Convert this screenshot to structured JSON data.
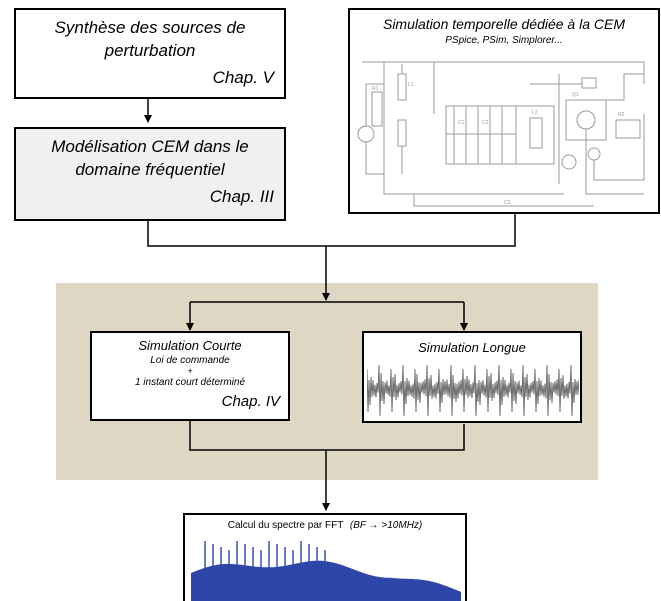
{
  "colors": {
    "panel_bg": "#ddd7c3",
    "gray_box": "#f0f0f0",
    "spectrum_blue": "#2d46a8",
    "waveform_gray": "#6e6e6e",
    "circuit_line": "#9a9a9a"
  },
  "box_synthese": {
    "line1": "Synthèse des sources de",
    "line2": "perturbation",
    "chapter": "Chap. V"
  },
  "box_modelisation": {
    "line1": "Modélisation CEM dans le",
    "line2": "domaine fréquentiel",
    "chapter": "Chap. III"
  },
  "box_temporelle": {
    "title": "Simulation temporelle dédiée à la CEM",
    "subtitle": "PSpice, PSim, Simplorer..."
  },
  "box_courte": {
    "title": "Simulation Courte",
    "line1": "Loi de commande",
    "plus": "+",
    "line2": "1 instant court déterminé",
    "chapter": "Chap. IV"
  },
  "box_longue": {
    "title": "Simulation Longue"
  },
  "box_fft": {
    "title": "Calcul du spectre par FFT",
    "range": "(BF → >10MHz)"
  }
}
